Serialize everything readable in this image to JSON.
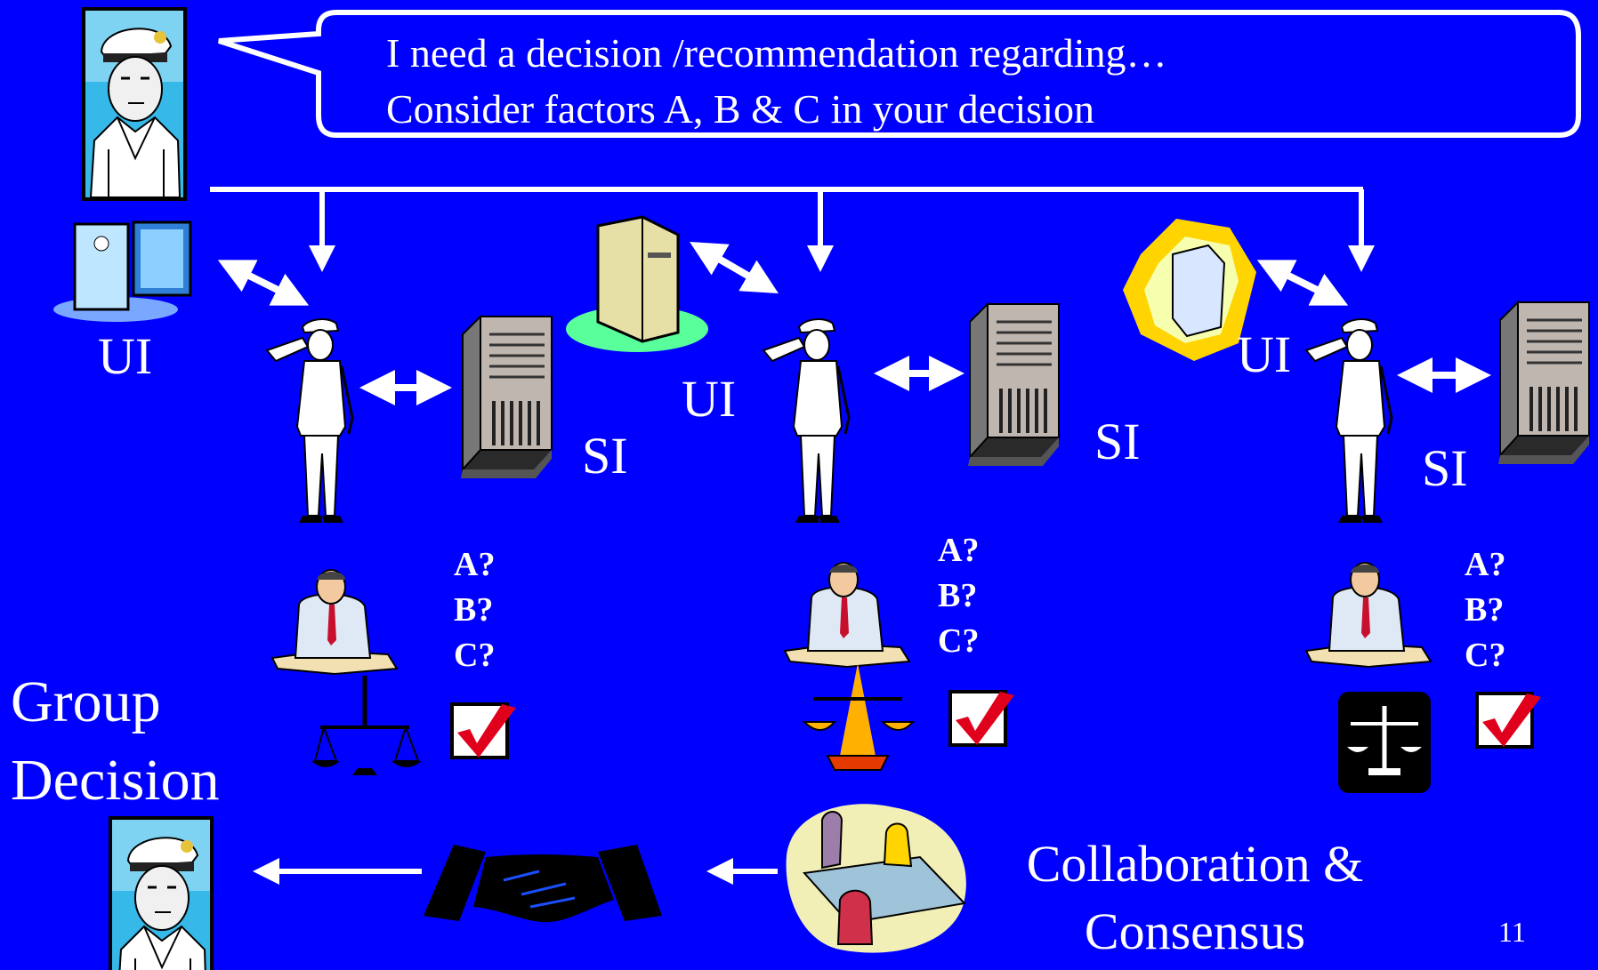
{
  "speech": {
    "line1": "I need a decision /recommendation regarding…",
    "line2": "Consider factors A, B & C in your decision"
  },
  "labels": {
    "ui": "UI",
    "si": "SI"
  },
  "questions": [
    "A?",
    "B?",
    "C?"
  ],
  "group_decision": {
    "line1": "Group",
    "line2": "Decision"
  },
  "collaboration": {
    "line1": "Collaboration &",
    "line2": "Consensus"
  },
  "slide_number": "11",
  "colors": {
    "background": "#0000ff",
    "text": "#ffffff",
    "check": "#e0001b"
  }
}
